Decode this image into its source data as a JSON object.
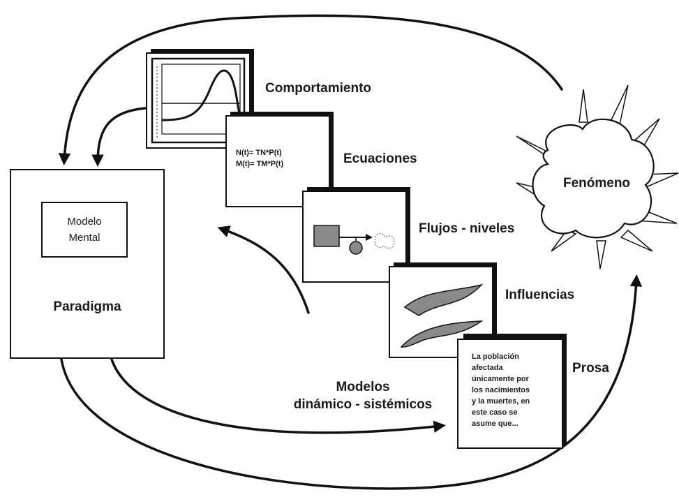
{
  "labels": {
    "comportamiento": "Comportamiento",
    "ecuaciones": "Ecuaciones",
    "flujos": "Flujos - niveles",
    "influencias": "Influencias",
    "prosa": "Prosa",
    "fenomeno": "Fenómeno",
    "paradigma": "Paradigma",
    "modelo_mental_1": "Modelo",
    "modelo_mental_2": "Mental",
    "modelos_1": "Modelos",
    "modelos_2": "dinámico - sistémicos"
  },
  "equations": [
    "N(t)= TN*P(t)",
    "M(t)= TM*P(t)"
  ],
  "prosa_text": [
    "La población",
    "afectada",
    "únicamente por",
    "los nacimientos",
    "y la muertes, en",
    "este caso se",
    "asume que..."
  ]
}
